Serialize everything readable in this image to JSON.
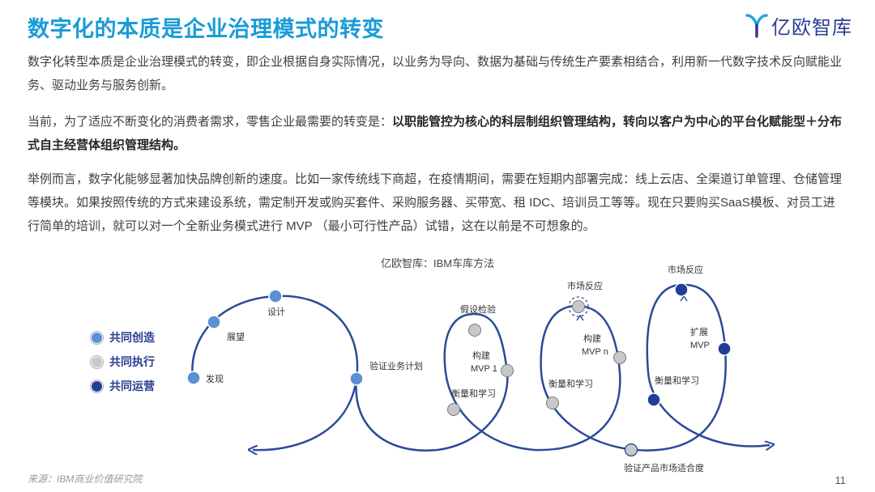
{
  "header": {
    "title": "数字化的本质是企业治理模式的转变",
    "logo_text": "亿欧智库",
    "logo_color": "#2a3f8f",
    "title_color": "#1a9bd7"
  },
  "paragraphs": [
    {
      "text": "数字化转型本质是企业治理模式的转变，即企业根据自身实际情况，以业务为导向、数据为基础与传统生产要素相结合，利用新一代数字技术反向赋能业务、驱动业务与服务创新。"
    },
    {
      "prefix": "当前，为了适应不断变化的消费者需求，零售企业最需要的转变是：",
      "bold": "以职能管控为核心的科层制组织管理结构，转向以客户为中心的平台化赋能型＋分布式自主经营体组织管理结构。"
    },
    {
      "text": "举例而言，数字化能够显著加快品牌创新的速度。比如一家传统线下商超，在疫情期间，需要在短期内部署完成：线上云店、全渠道订单管理、仓储管理等模块。如果按照传统的方式来建设系统，需定制开发或购买套件、采购服务器、买带宽、租 IDC、培训员工等等。现在只要购买SaaS模板、对员工进行简单的培训，就可以对一个全新业务模式进行 MVP （最小可行性产品）试错，这在以前是不可想象的。"
    }
  ],
  "diagram": {
    "caption": "亿欧智库：IBM车库方法",
    "legend": [
      {
        "label": "共同创造",
        "color": "#5b8fd6"
      },
      {
        "label": "共同执行",
        "color": "#c8c8c8"
      },
      {
        "label": "共同运营",
        "color": "#1f3f99"
      }
    ],
    "labels": {
      "discover": "发现",
      "envision": "展望",
      "design": "设计",
      "verify_plan": "验证业务计划",
      "hypothesis": "假设检验",
      "build_mvp1_a": "构建",
      "build_mvp1_b": "MVP 1",
      "measure1": "衡量和学习",
      "market1": "市场反应",
      "build_mvpn_a": "构建",
      "build_mvpn_b": "MVP n",
      "measure2": "衡量和学习",
      "market2": "市场反应",
      "expand_a": "扩展",
      "expand_b": "MVP",
      "measure3": "衡量和学习",
      "verify_fit": "验证产品市场适合度"
    }
  },
  "footer": {
    "source": "来源：IBM商业价值研究院",
    "page": "11"
  }
}
